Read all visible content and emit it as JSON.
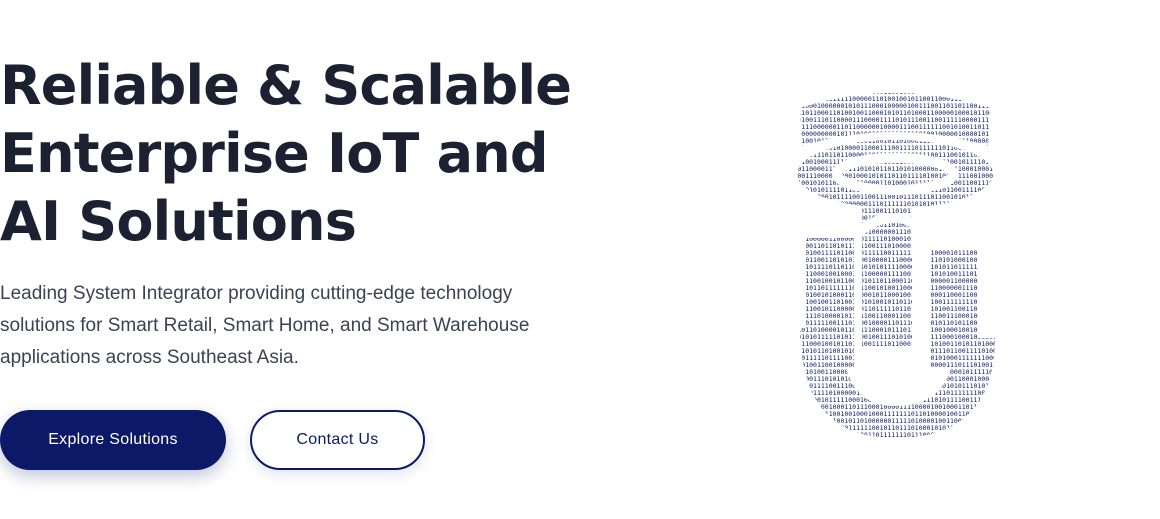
{
  "hero": {
    "title_lines": [
      "Reliable & Scalable",
      "Enterprise IoT and",
      "AI Solutions"
    ],
    "subtitle_lines": [
      "Leading System Integrator providing cutting-edge technology",
      "solutions for Smart Retail, Smart Home, and Smart Warehouse",
      "applications across Southeast Asia."
    ]
  },
  "buttons": {
    "explore_label": "Explore Solutions",
    "contact_label": "Contact Us"
  },
  "logo": {
    "icon": "binary-code-emblem-icon",
    "color": "#0c1966"
  },
  "colors": {
    "primary": "#0c1966",
    "text": "#1b2130",
    "muted_text": "#3a4254"
  }
}
